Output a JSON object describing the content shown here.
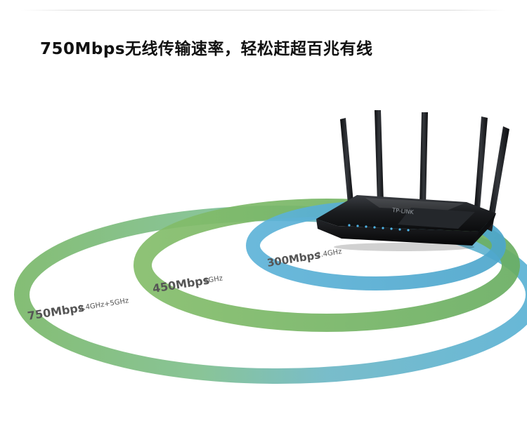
{
  "headline": "750Mbps无线传输速率，轻松赶超百兆有线",
  "rings": [
    {
      "speed": "750Mbps",
      "band": "2.4GHz+5GHz"
    },
    {
      "speed": "450Mbps",
      "band": "5GHz"
    },
    {
      "speed": "300Mbps",
      "band": "2.4GHz"
    }
  ],
  "router": {
    "brand": "TP-LINK"
  },
  "colors": {
    "ring_blue": "#5ab1d4",
    "ring_green": "#7ab86a",
    "router_body": "#16181b"
  }
}
